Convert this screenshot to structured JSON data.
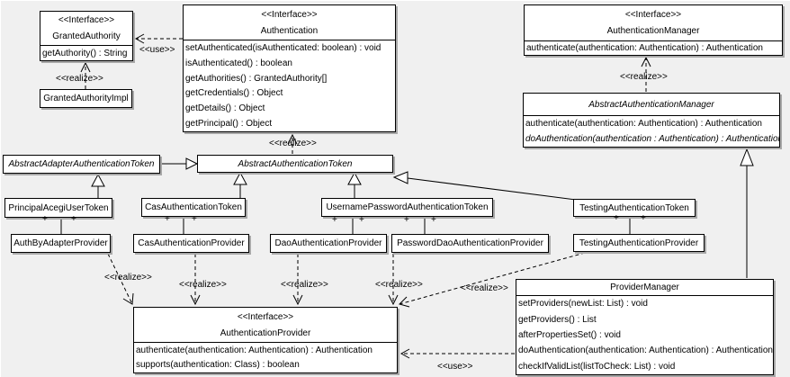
{
  "diagram": {
    "background_color": "#f0f0f0",
    "box_fill_color": "#ffffff",
    "line_color": "#000000",
    "shadow_color": "#a8a8a8"
  },
  "labels": {
    "use": "<<use>>",
    "realize": "<<realize>>",
    "plus": "+"
  },
  "classes": {
    "granted_authority": {
      "stereotype": "<<Interface>>",
      "name": "GrantedAuthority",
      "methods": [
        "getAuthority() : String"
      ]
    },
    "granted_authority_impl": {
      "name": "GrantedAuthorityImpl"
    },
    "authentication": {
      "stereotype": "<<Interface>>",
      "name": "Authentication",
      "methods": [
        "setAuthenticated(isAuthenticated: boolean) : void",
        "isAuthenticated() : boolean",
        "getAuthorities() : GrantedAuthority[]",
        "getCredentials() : Object",
        "getDetails() : Object",
        "getPrincipal() : Object"
      ]
    },
    "authentication_manager": {
      "stereotype": "<<Interface>>",
      "name": "AuthenticationManager",
      "methods": [
        "authenticate(authentication: Authentication) : Authentication"
      ]
    },
    "abstract_authentication_manager": {
      "name": "AbstractAuthenticationManager",
      "methods": [
        "authenticate(authentication: Authentication) : Authentication",
        "doAuthentication(authentication : Authentication) : Authentication"
      ]
    },
    "abstract_adapter_authentication_token": {
      "name": "AbstractAdapterAuthenticationToken"
    },
    "abstract_authentication_token": {
      "name": "AbstractAuthenticationToken"
    },
    "principal_acegi_user_token": {
      "name": "PrincipalAcegiUserToken"
    },
    "cas_authentication_token": {
      "name": "CasAuthenticationToken"
    },
    "username_password_authentication_token": {
      "name": "UsernamePasswordAuthenticationToken"
    },
    "testing_authentication_token": {
      "name": "TestingAuthenticationToken"
    },
    "auth_by_adapter_provider": {
      "name": "AuthByAdapterProvider"
    },
    "cas_authentication_provider": {
      "name": "CasAuthenticationProvider"
    },
    "dao_authentication_provider": {
      "name": "DaoAuthenticationProvider"
    },
    "password_dao_authentication_provider": {
      "name": "PasswordDaoAuthenticationProvider"
    },
    "testing_authentication_provider": {
      "name": "TestingAuthenticationProvider"
    },
    "authentication_provider": {
      "stereotype": "<<Interface>>",
      "name": "AuthenticationProvider",
      "methods": [
        "authenticate(authentication: Authentication) : Authentication",
        "supports(authentication: Class) : boolean"
      ]
    },
    "provider_manager": {
      "name": "ProviderManager",
      "methods": [
        "setProviders(newList: List) : void",
        "getProviders() : List",
        "afterPropertiesSet() : void",
        "doAuthentication(authentication: Authentication) : Authentication",
        "checkIfValidList(listToCheck: List) : void"
      ]
    }
  }
}
